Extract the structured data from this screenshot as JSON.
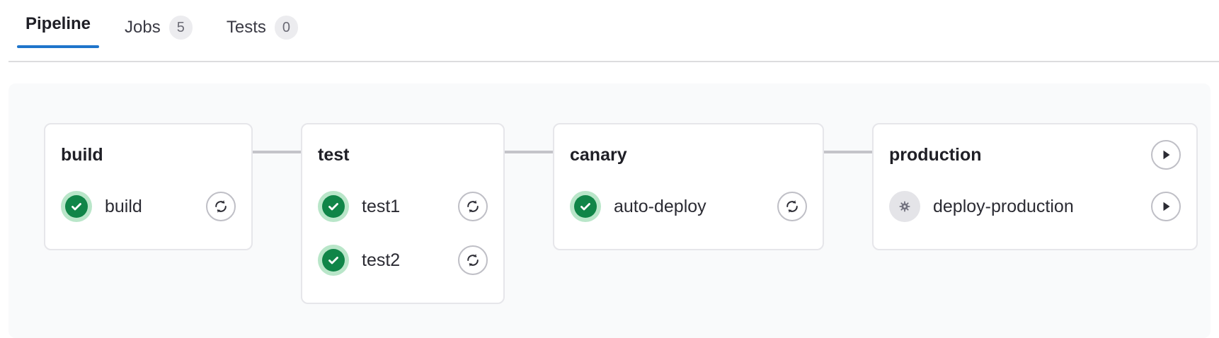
{
  "tabs": [
    {
      "label": "Pipeline",
      "badge": null,
      "active": true
    },
    {
      "label": "Jobs",
      "badge": "5",
      "active": false
    },
    {
      "label": "Tests",
      "badge": "0",
      "active": false
    }
  ],
  "colors": {
    "accent": "#1f75cb",
    "success": "#108548",
    "success_halo": "#b9e6c9",
    "manual": "#737380",
    "manual_halo": "#e4e4e8",
    "canvas_bg": "#f9fafb",
    "card_border": "#e6e6ea",
    "connector": "#c4c4c9",
    "badge_bg": "#ececef"
  },
  "pipeline": {
    "stages": [
      {
        "name": "build",
        "header_action": null,
        "jobs": [
          {
            "name": "build",
            "status": "success",
            "status_icon": "check-circle-icon",
            "action": "retry",
            "action_icon": "retry-icon"
          }
        ]
      },
      {
        "name": "test",
        "header_action": null,
        "jobs": [
          {
            "name": "test1",
            "status": "success",
            "status_icon": "check-circle-icon",
            "action": "retry",
            "action_icon": "retry-icon"
          },
          {
            "name": "test2",
            "status": "success",
            "status_icon": "check-circle-icon",
            "action": "retry",
            "action_icon": "retry-icon"
          }
        ]
      },
      {
        "name": "canary",
        "header_action": null,
        "jobs": [
          {
            "name": "auto-deploy",
            "status": "success",
            "status_icon": "check-circle-icon",
            "action": "retry",
            "action_icon": "retry-icon"
          }
        ]
      },
      {
        "name": "production",
        "header_action": "play",
        "header_action_icon": "play-icon",
        "jobs": [
          {
            "name": "deploy-production",
            "status": "manual",
            "status_icon": "gear-icon",
            "action": "play",
            "action_icon": "play-icon"
          }
        ]
      }
    ]
  }
}
